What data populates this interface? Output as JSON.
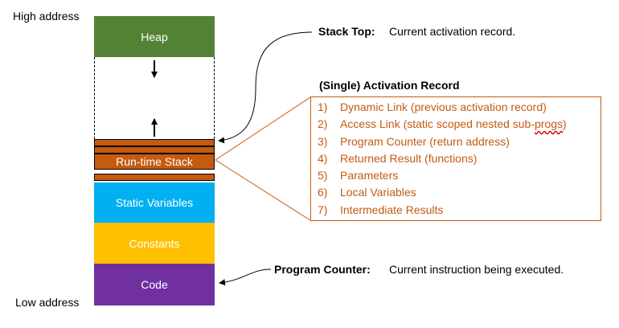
{
  "labels": {
    "high_address": "High address",
    "low_address": "Low address"
  },
  "segments": {
    "heap": "Heap",
    "runtime_stack": "Run-time Stack",
    "static_variables": "Static Variables",
    "constants": "Constants",
    "code": "Code"
  },
  "stack_top": {
    "label": "Stack Top:",
    "description": "Current activation record."
  },
  "activation_record": {
    "title": "(Single) Activation Record",
    "items": [
      {
        "num": "1)",
        "text": "Dynamic Link (previous activation record)"
      },
      {
        "num": "2)",
        "text_main": "Access Link (static scoped nested sub-",
        "text_flagged": "progs",
        "text_end": ")"
      },
      {
        "num": "3)",
        "text": "Program Counter (return address)"
      },
      {
        "num": "4)",
        "text": "Returned Result (functions)"
      },
      {
        "num": "5)",
        "text": "Parameters"
      },
      {
        "num": "6)",
        "text": "Local Variables"
      },
      {
        "num": "7)",
        "text": "Intermediate Results"
      }
    ]
  },
  "program_counter": {
    "label": "Program Counter:",
    "description": "Current instruction being executed."
  },
  "colors": {
    "heap": "#548235",
    "stack": "#c55a11",
    "static": "#00b0f0",
    "constants": "#ffc000",
    "code": "#7030a0",
    "record_text": "#c55a11"
  }
}
